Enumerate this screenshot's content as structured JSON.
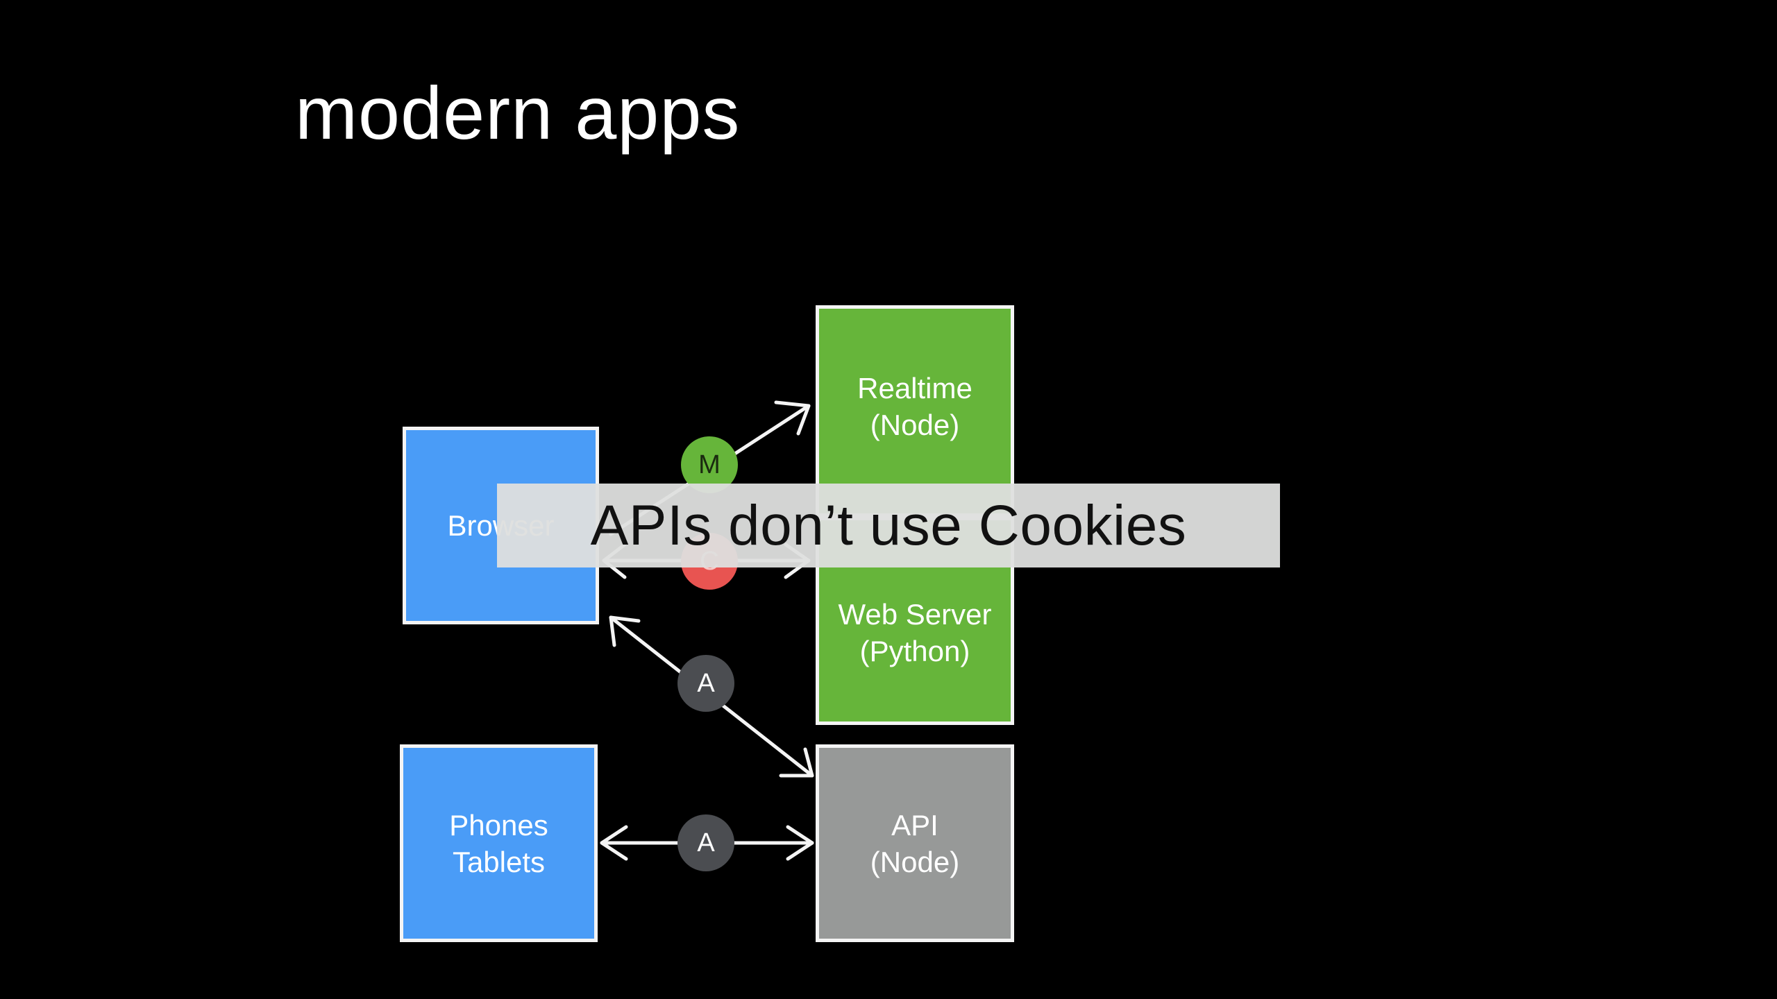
{
  "slide": {
    "title": "modern apps"
  },
  "nodes": {
    "browser": {
      "label": "Browser"
    },
    "phones": {
      "line1": "Phones",
      "line2": "Tablets"
    },
    "realtime": {
      "line1": "Realtime",
      "line2": "(Node)"
    },
    "webserver": {
      "line1": "Web Server",
      "line2": "(Python)"
    },
    "api": {
      "line1": "API",
      "line2": "(Node)"
    }
  },
  "badges": {
    "m": "M",
    "c": "C",
    "a_top": "A",
    "a_bottom": "A"
  },
  "banner": {
    "text": "APIs don’t use Cookies"
  },
  "colors": {
    "background": "#000000",
    "client_blue": "#4a9cf7",
    "server_green": "#66b53a",
    "api_gray": "#979998",
    "badge_dark": "#4b4d51",
    "badge_red": "#e85451",
    "banner_bg": "#dedfde"
  }
}
